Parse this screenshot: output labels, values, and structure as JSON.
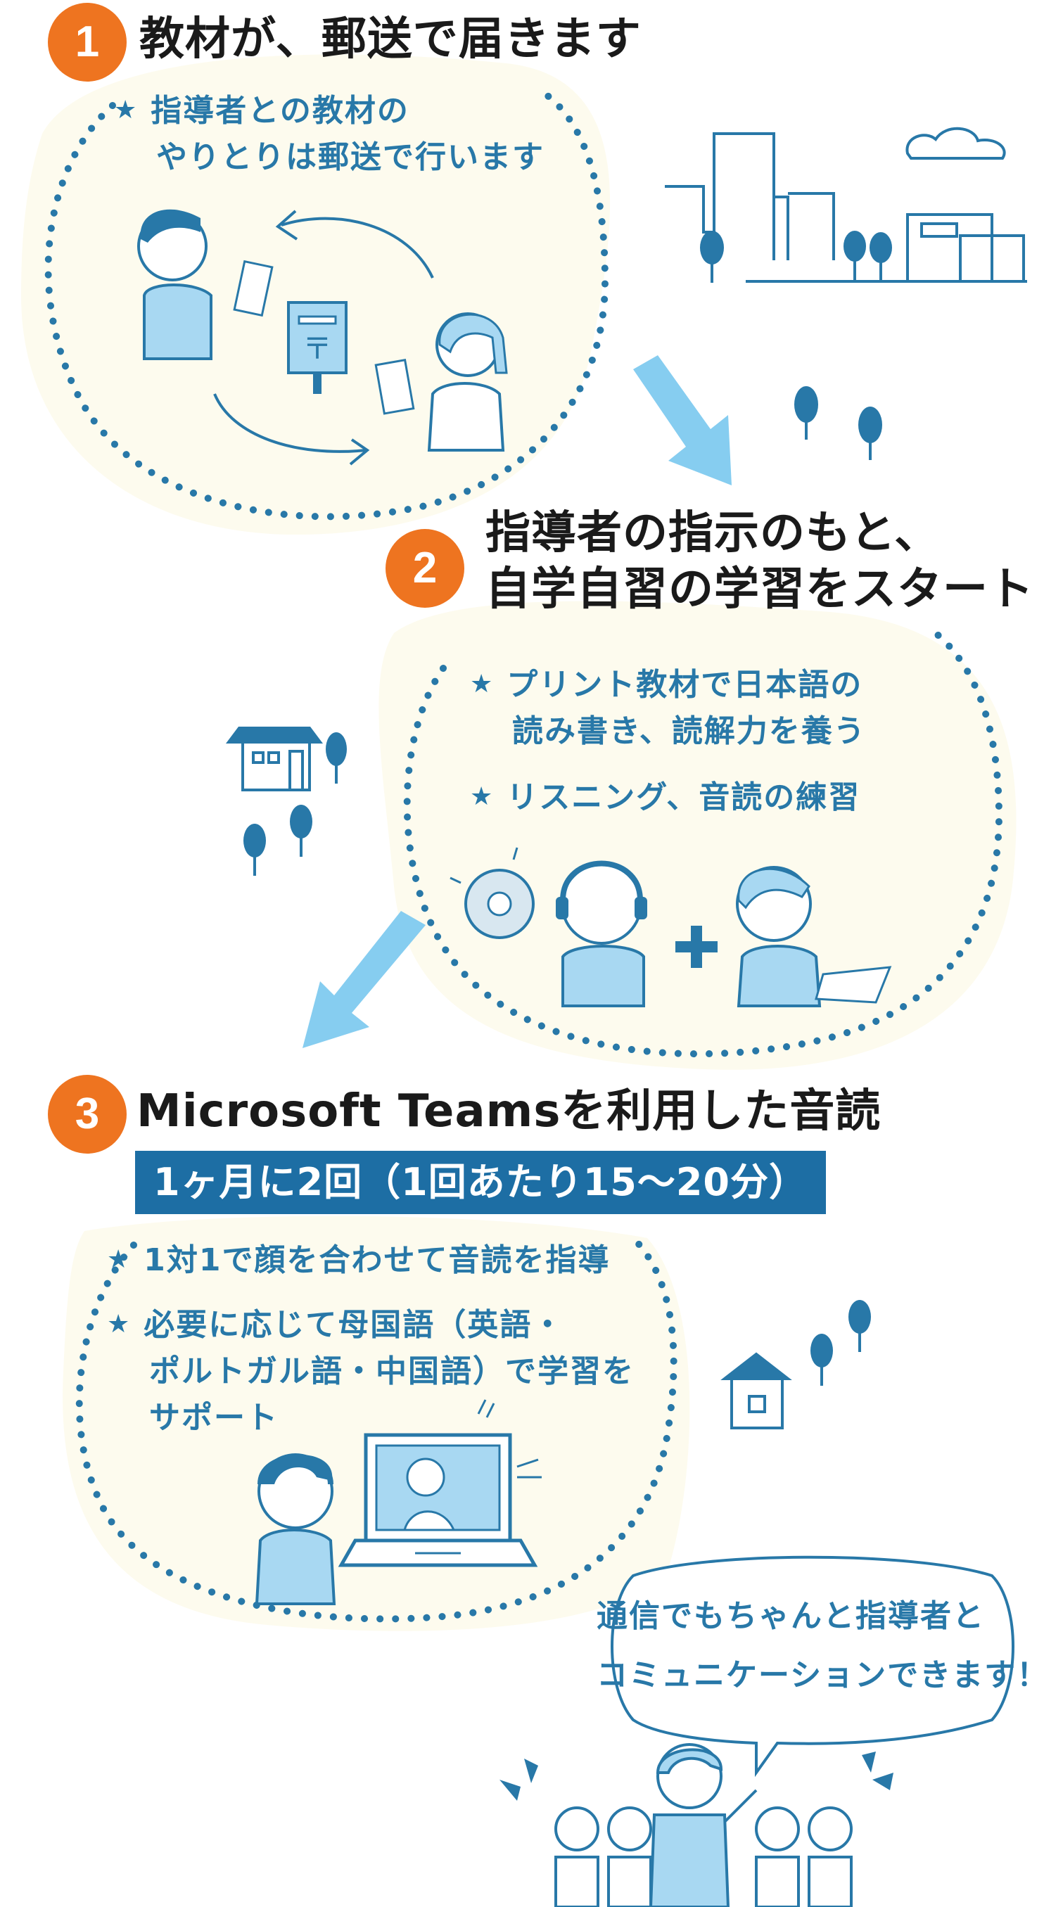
{
  "steps": [
    {
      "number": "1",
      "title": "教材が、郵送で届きます",
      "bullets": [
        {
          "lines": [
            "指導者との教材の",
            "やりとりは郵送で行います"
          ]
        }
      ]
    },
    {
      "number": "2",
      "title_lines": [
        "指導者の指示のもと、",
        "自学自習の学習をスタート"
      ],
      "bullets": [
        {
          "lines": [
            "プリント教材で日本語の",
            "読み書き、読解力を養う"
          ]
        },
        {
          "lines": [
            "リスニング、音読の練習"
          ]
        }
      ]
    },
    {
      "number": "3",
      "title": "Microsoft Teamsを利用した音読",
      "frequency": "1ヶ月に2回（1回あたり15〜20分）",
      "bullets": [
        {
          "lines": [
            "1対1で顔を合わせて音読を指導"
          ]
        },
        {
          "lines": [
            "必要に応じて母国語（英語・",
            "ポルトガル語・中国語）で学習を",
            "サポート"
          ]
        }
      ]
    }
  ],
  "speech_bubble": {
    "lines": [
      "通信でもちゃんと指導者と",
      "コミュニケーションできます！"
    ]
  },
  "bullet_symbol": "★",
  "colors": {
    "accent_orange": "#ee7420",
    "primary_blue": "#2878a8",
    "banner_blue": "#1d6ea4",
    "light_blue_fill": "#a8d8f2",
    "arrow_blue": "#86cdf0",
    "cream_bg": "#fdfbee",
    "dot_blue": "#2878a8"
  },
  "icons": [
    "city-skyline-icon",
    "cloud-icon",
    "tree-icon",
    "house-icon",
    "mailbox-icon",
    "person-icon",
    "cd-icon",
    "headphones-icon",
    "plus-icon",
    "laptop-icon",
    "flow-arrow-icon",
    "speech-bubble-icon"
  ]
}
